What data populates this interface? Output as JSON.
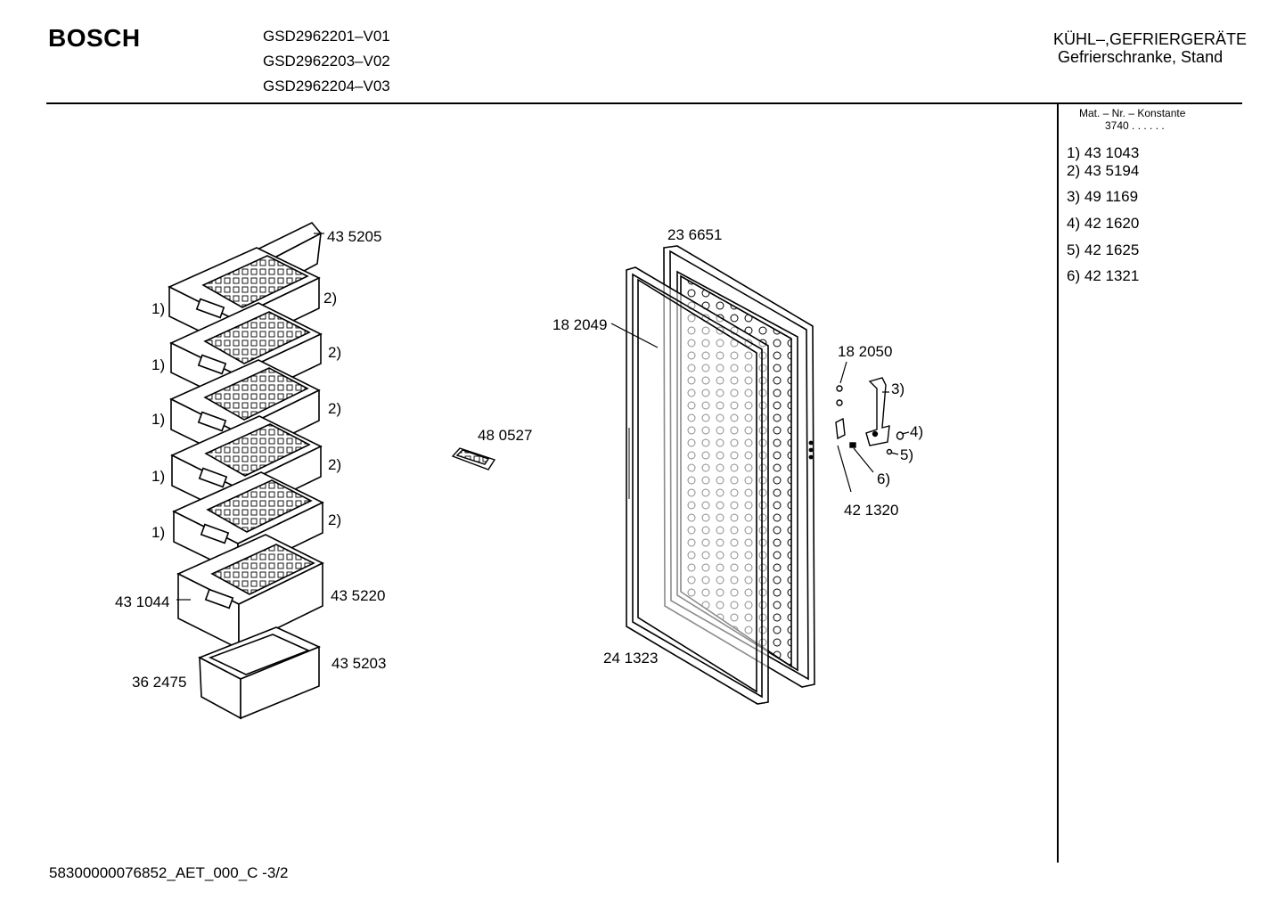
{
  "header": {
    "brand": "BOSCH",
    "models": [
      "GSD2962201–V01",
      "GSD2962203–V02",
      "GSD2962204–V03"
    ],
    "category": "KÜHL–,GEFRIERGERÄTE",
    "subcategory": "Gefrierschranke, Stand"
  },
  "side_panel": {
    "matnr_label": "Mat. – Nr. – Konstante",
    "matnr_value": "3740 . .  . . . .",
    "items": [
      {
        "ref": "1)",
        "part": "43 1043"
      },
      {
        "ref": "2)",
        "part": "43 5194"
      },
      {
        "ref": "3)",
        "part": "49 1169"
      },
      {
        "ref": "4)",
        "part": "42 1620"
      },
      {
        "ref": "5)",
        "part": "42 1625"
      },
      {
        "ref": "6)",
        "part": "42 1321"
      }
    ]
  },
  "callouts": {
    "p435205": "43 5205",
    "ref1_a": "1)",
    "ref1_b": "1)",
    "ref1_c": "1)",
    "ref1_d": "1)",
    "ref1_e": "1)",
    "ref2_a": "2)",
    "ref2_b": "2)",
    "ref2_c": "2)",
    "ref2_d": "2)",
    "ref2_e": "2)",
    "p431044": "43 1044",
    "p435220": "43 5220",
    "p435203": "43 5203",
    "p362475": "36 2475",
    "p480527": "48 0527",
    "p236651": "23 6651",
    "p182049": "18 2049",
    "p241323": "24 1323",
    "p182050": "18 2050",
    "ref3": "3)",
    "ref4": "4)",
    "ref5": "5)",
    "ref6": "6)",
    "p421320": "42 1320"
  },
  "footer": {
    "doc_id": "58300000076852_AET_000_C   -3/2"
  }
}
